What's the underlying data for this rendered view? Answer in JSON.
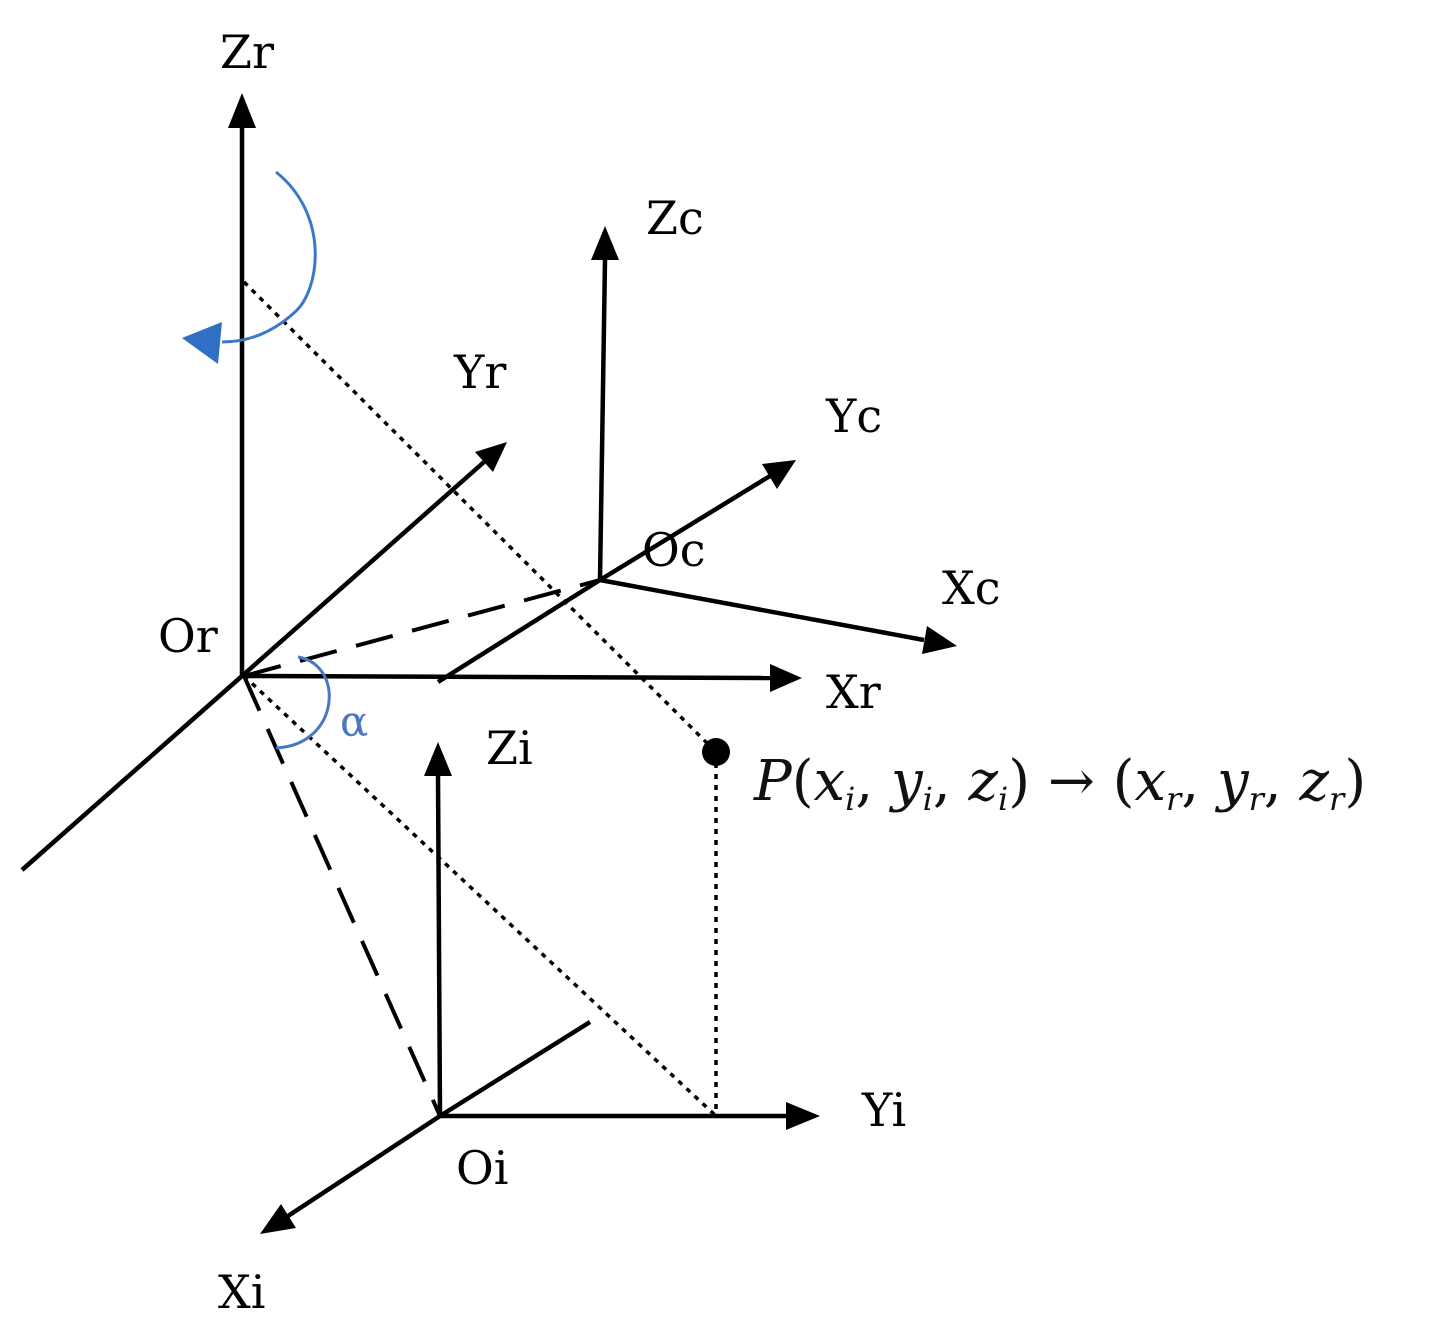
{
  "labels": {
    "zr": "Zr",
    "yr": "Yr",
    "xr": "Xr",
    "or": "Or",
    "zc": "Zc",
    "yc": "Yc",
    "xc": "Xc",
    "oc": "Oc",
    "zi": "Zi",
    "yi": "Yi",
    "xi": "Xi",
    "oi": "Oi",
    "alpha": "α"
  },
  "formula": {
    "p": "P",
    "xi": "x",
    "xi_sub": "i",
    "yi": "y",
    "yi_sub": "i",
    "zi": "z",
    "zi_sub": "i",
    "arrow": "→",
    "xr": "x",
    "xr_sub": "r",
    "yr": "y",
    "yr_sub": "r",
    "zr": "z",
    "zr_sub": "r"
  },
  "colors": {
    "axis": "#000000",
    "rotation": "#3a78c8",
    "alpha": "#4a78c0"
  }
}
